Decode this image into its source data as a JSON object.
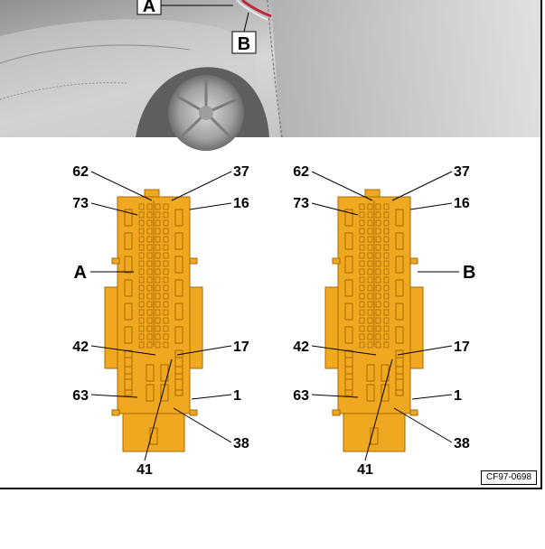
{
  "callouts": {
    "a": "A",
    "b": "B"
  },
  "connector_a": {
    "name": "A",
    "pins": {
      "p62": "62",
      "p37": "37",
      "p73": "73",
      "p16": "16",
      "p42": "42",
      "p17": "17",
      "p63": "63",
      "p1": "1",
      "p38": "38",
      "p41": "41"
    }
  },
  "connector_b": {
    "name": "B",
    "pins": {
      "p62": "62",
      "p37": "37",
      "p73": "73",
      "p16": "16",
      "p42": "42",
      "p17": "17",
      "p63": "63",
      "p1": "1",
      "p38": "38",
      "p41": "41"
    }
  },
  "figure_ref": "CF97-0698",
  "colors": {
    "connector": "#f0a820",
    "connector_edge": "#a86a00",
    "car_body": "#c8c8c8",
    "car_bg": "#9a9a9a",
    "wire": "#c0283a"
  }
}
